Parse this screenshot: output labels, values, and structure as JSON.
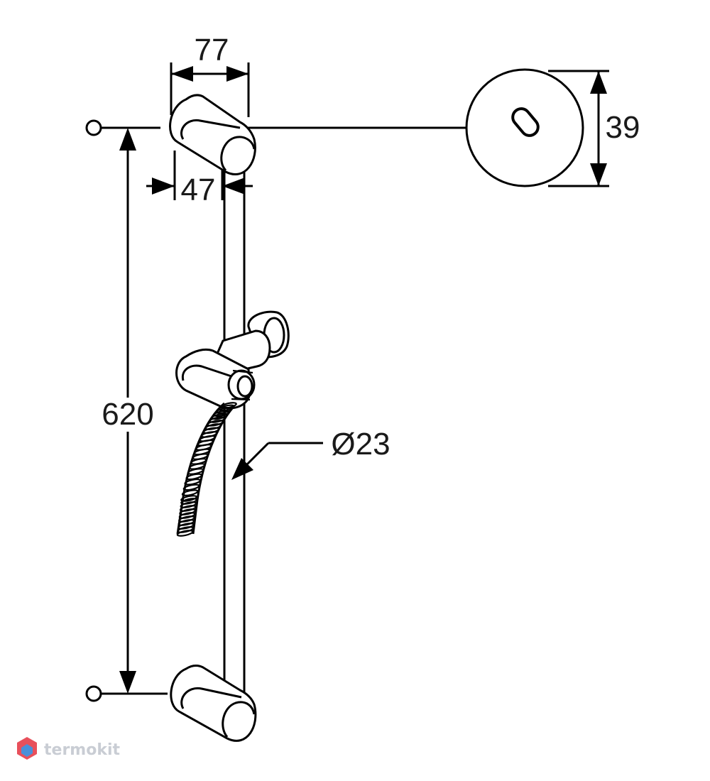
{
  "dimensions": {
    "width_top": "77",
    "projection": "47",
    "height": "620",
    "diameter": "Ø23",
    "wall_plate": "39"
  },
  "watermark": {
    "text": "termokit",
    "colors": [
      "#e8505b",
      "#4a90d9",
      "#c9cdd4"
    ]
  }
}
